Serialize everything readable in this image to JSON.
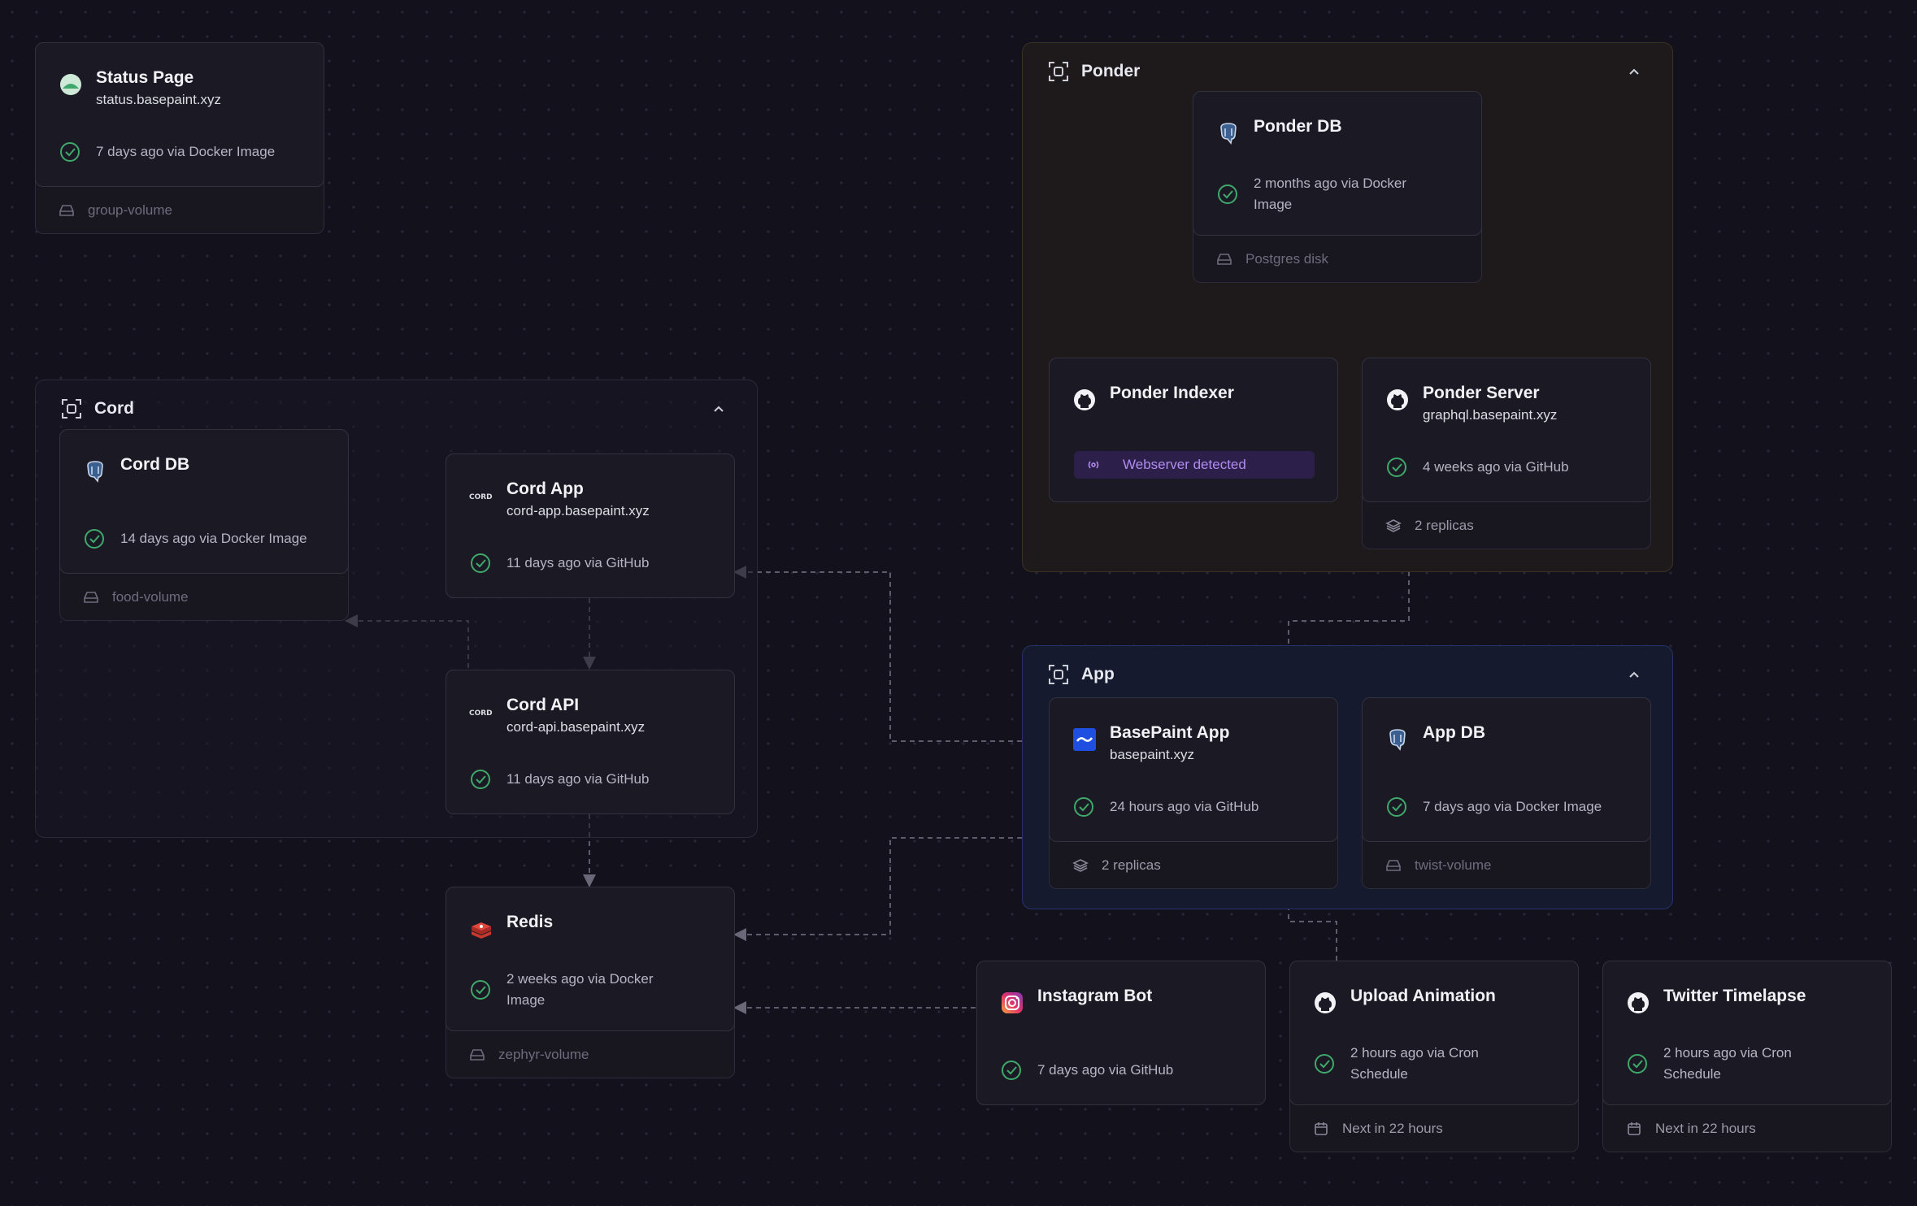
{
  "colors": {
    "accent_check": "#3fa86b",
    "edge": "#6a6878",
    "webserver_badge": "#b18cf0",
    "ponder_border": "#3a3123",
    "app_border": "#233467"
  },
  "groups": {
    "cord": {
      "title": "Cord",
      "icon": "group-icon"
    },
    "ponder": {
      "title": "Ponder",
      "icon": "group-icon"
    },
    "app": {
      "title": "App",
      "icon": "group-icon"
    }
  },
  "services": {
    "status_page": {
      "title": "Status Page",
      "subtitle": "status.basepaint.xyz",
      "status": "7 days ago via Docker Image",
      "footer": "group-volume",
      "icon": "status-page-icon"
    },
    "cord_db": {
      "title": "Cord DB",
      "status": "14 days ago via Docker Image",
      "footer": "food-volume",
      "icon": "postgres-icon"
    },
    "cord_app": {
      "title": "Cord App",
      "subtitle": "cord-app.basepaint.xyz",
      "status": "11 days ago via GitHub",
      "icon": "cord-logo-icon"
    },
    "cord_api": {
      "title": "Cord API",
      "subtitle": "cord-api.basepaint.xyz",
      "status": "11 days ago via GitHub",
      "icon": "cord-logo-icon"
    },
    "redis": {
      "title": "Redis",
      "status": "2 weeks ago via Docker Image",
      "footer": "zephyr-volume",
      "icon": "redis-icon"
    },
    "ponder_db": {
      "title": "Ponder DB",
      "status": "2 months ago via Docker Image",
      "footer": "Postgres disk",
      "icon": "postgres-icon"
    },
    "ponder_indexer": {
      "title": "Ponder Indexer",
      "badge": "Webserver detected",
      "icon": "github-icon"
    },
    "ponder_server": {
      "title": "Ponder Server",
      "subtitle": "graphql.basepaint.xyz",
      "status": "4 weeks ago via GitHub",
      "footer": "2 replicas",
      "icon": "github-icon"
    },
    "basepaint_app": {
      "title": "BasePaint App",
      "subtitle": "basepaint.xyz",
      "status": "24 hours ago via GitHub",
      "footer": "2 replicas",
      "icon": "basepaint-icon"
    },
    "app_db": {
      "title": "App DB",
      "status": "7 days ago via Docker Image",
      "footer": "twist-volume",
      "icon": "postgres-icon"
    },
    "instagram_bot": {
      "title": "Instagram Bot",
      "status": "7 days ago via GitHub",
      "icon": "instagram-icon"
    },
    "upload_animation": {
      "title": "Upload Animation",
      "status": "2 hours ago via Cron Schedule",
      "footer": "Next in 22 hours",
      "icon": "github-icon"
    },
    "twitter_timelapse": {
      "title": "Twitter Timelapse",
      "status": "2 hours ago via Cron Schedule",
      "footer": "Next in 22 hours",
      "icon": "github-icon"
    }
  }
}
